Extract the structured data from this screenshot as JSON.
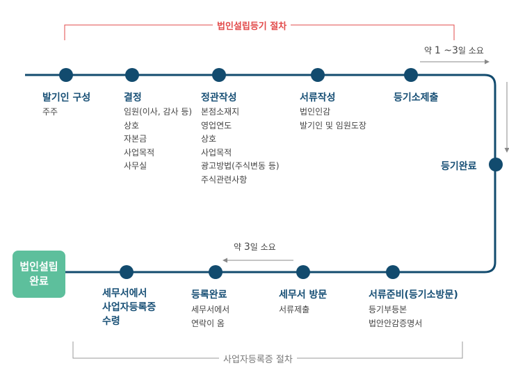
{
  "top_bracket": {
    "label": "법인설립등기 절차",
    "color": "#e24a4a"
  },
  "top_duration": {
    "prefix": "약 ",
    "num": "1 ~3",
    "suffix": "일 소요"
  },
  "top_steps": [
    {
      "title": "발기인 구성",
      "items": [
        "주주"
      ]
    },
    {
      "title": "결정",
      "items": [
        "임원(이사, 감사 등)",
        "상호",
        "자본금",
        "사업목적",
        "사무실"
      ]
    },
    {
      "title": "정관작성",
      "items": [
        "본점소재지",
        "영업연도",
        "상호",
        "사업목적",
        "광고방법(주식변동 등)",
        "주식관련사항"
      ]
    },
    {
      "title": "서류작성",
      "items": [
        "법인인감",
        "발기인 및 임원도장"
      ]
    },
    {
      "title": "등기소제출",
      "items": []
    }
  ],
  "side_step": {
    "title": "등기완료"
  },
  "bottom_steps": [
    {
      "title": [
        "세무서에서",
        "사업자등록증",
        "수령"
      ],
      "items": []
    },
    {
      "title": [
        "등록완료"
      ],
      "items": [
        "세무서에서",
        "연락이 옴"
      ]
    },
    {
      "title": [
        "세무서 방문"
      ],
      "items": [
        "서류제출"
      ]
    },
    {
      "title": [
        "서류준비(등기소방문)"
      ],
      "items": [
        "등기부등본",
        "법안안감증명서"
      ]
    }
  ],
  "bottom_duration": {
    "prefix": "약 ",
    "num": "3",
    "suffix": "일 소요"
  },
  "final_box": {
    "line1": "법인설립",
    "line2": "완료",
    "color": "#5dbf9c"
  },
  "bottom_bracket": {
    "label": "사업자등록증 절차",
    "color": "#999999"
  },
  "line_color": "#124b6e"
}
